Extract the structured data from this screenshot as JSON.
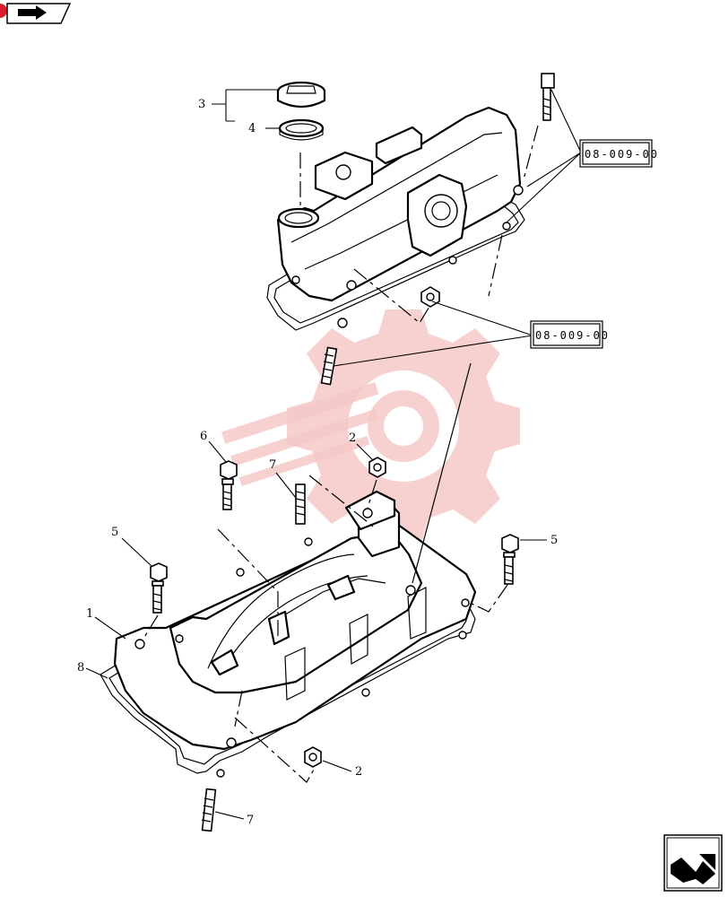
{
  "diagram": {
    "callouts": {
      "c3": "3",
      "c4": "4",
      "c6": "6",
      "c7a": "7",
      "c2a": "2",
      "c5a": "5",
      "c5b": "5",
      "c1": "1",
      "c8": "8",
      "c2b": "2",
      "c7b": "7"
    },
    "references": {
      "ref_top": "08-009-00",
      "ref_mid": "08-009-00"
    }
  },
  "navigation": {
    "top_left": "nav-arrow-icon",
    "bottom_right": "nav-arrow-icon"
  },
  "colors": {
    "watermark": "#f6c8c8",
    "nav_badge": "#d9202e"
  }
}
